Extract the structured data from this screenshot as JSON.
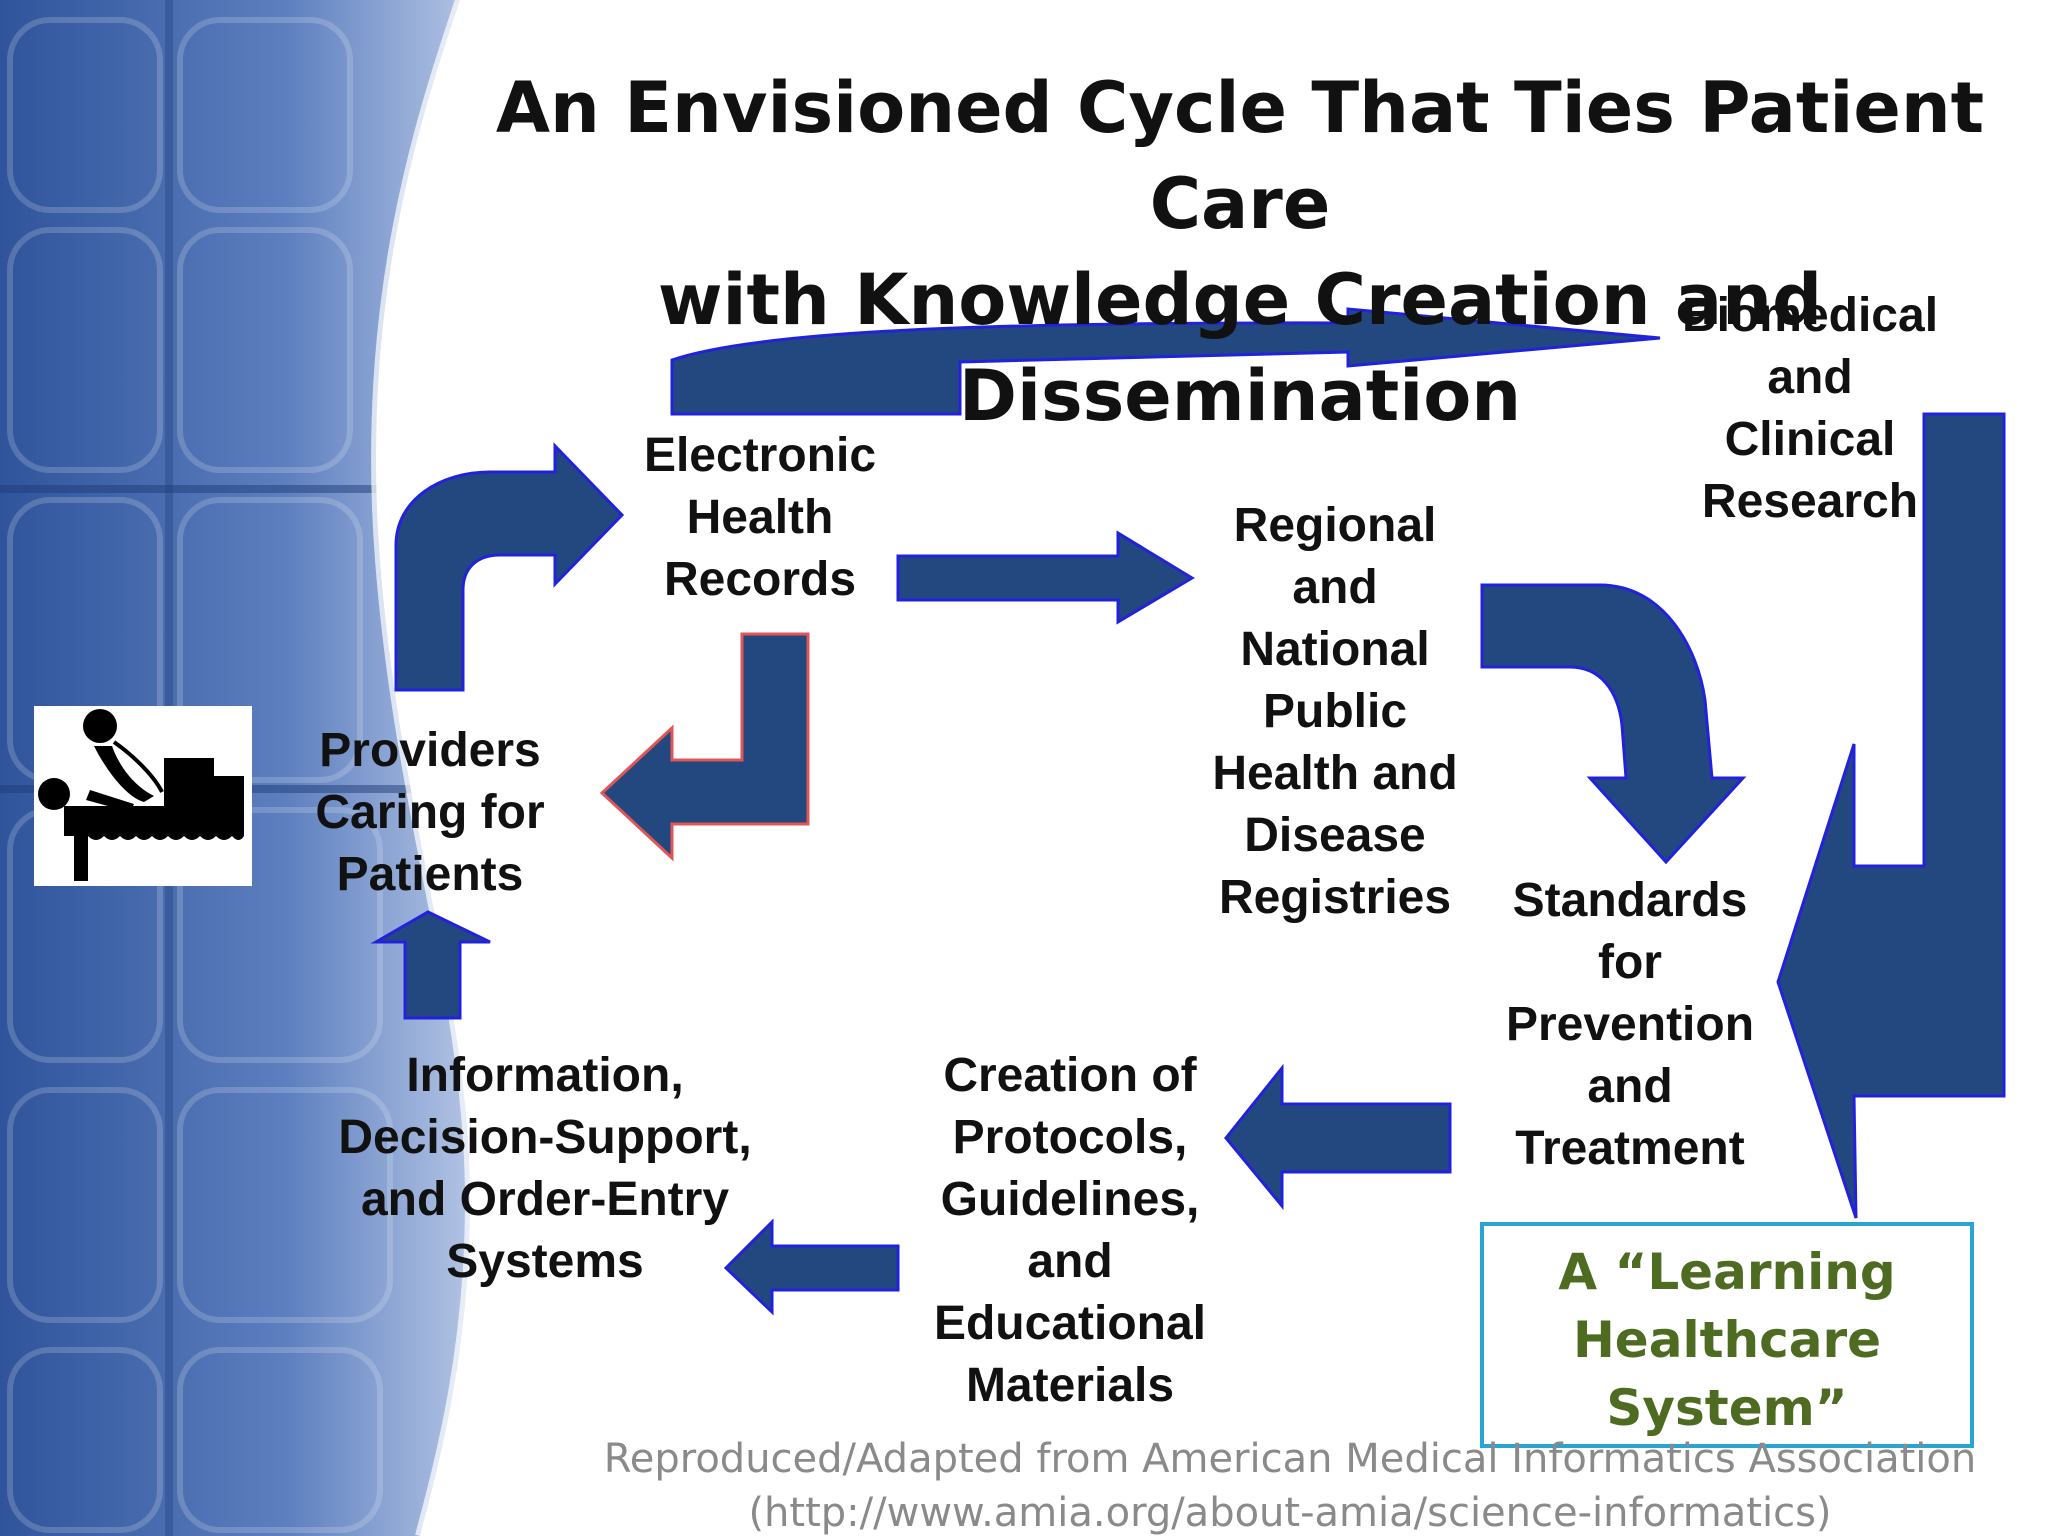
{
  "title": {
    "line1": "An Envisioned Cycle That Ties Patient Care",
    "line2": "with Knowledge Creation and Dissemination"
  },
  "nodes": {
    "ehr": "Electronic\nHealth\nRecords",
    "registries": "Regional\nand\nNational\nPublic\nHealth and\nDisease\nRegistries",
    "research": "Biomedical\nand\nClinical\nResearch",
    "standards": "Standards\nfor\nPrevention\nand\nTreatment",
    "providers": "Providers\nCaring for\nPatients",
    "info_systems": "Information,\nDecision-Support,\nand Order-Entry\nSystems",
    "protocols": "Creation of\nProtocols,\nGuidelines,\nand\nEducational\nMaterials"
  },
  "learning_box": {
    "text": "A “Learning\nHealthcare\nSystem”"
  },
  "source": {
    "line1": "Reproduced/Adapted from American Medical Informatics Association",
    "line2": "(http://www.amia.org/about-amia/science-informatics)"
  },
  "icons": {
    "patient": "patient-care-icon"
  },
  "colors": {
    "arrow_fill": "#23487f",
    "arrow_stroke": "#2222dd",
    "arrow_alt_stroke": "#e05555",
    "learning_text": "#4e6b22",
    "learning_border": "#2aa4d4",
    "source_text": "#8a8a8a",
    "panel_blue": "#3a5ea0"
  }
}
